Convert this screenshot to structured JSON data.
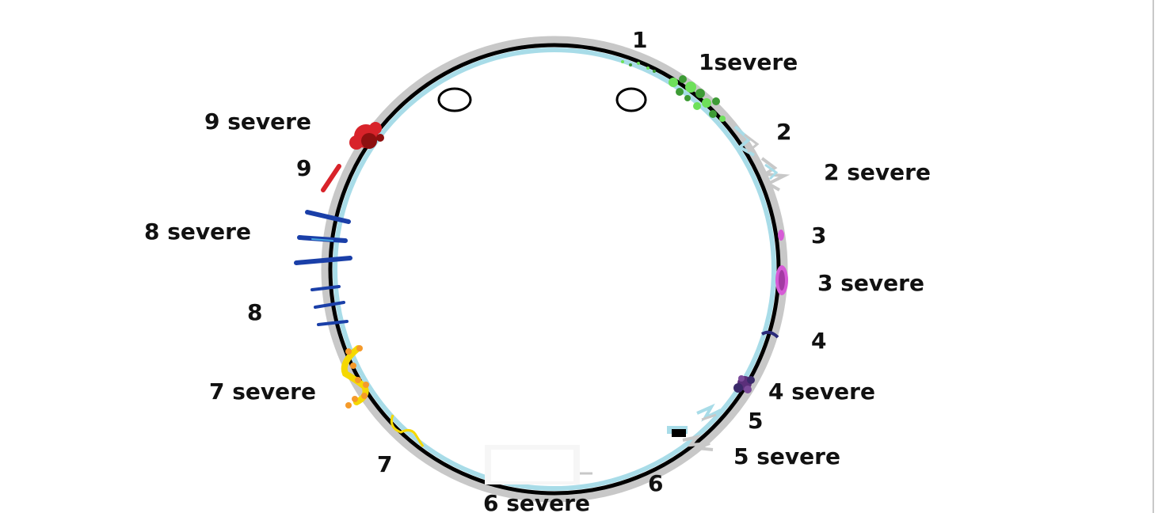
{
  "labels": {
    "l1": "1",
    "l1s": "1severe",
    "l2": "2",
    "l2s": "2 severe",
    "l3": "3",
    "l3s": "3 severe",
    "l4": "4",
    "l4s": "4 severe",
    "l5": "5",
    "l5s": "5 severe",
    "l6": "6",
    "l6s": "6 severe",
    "l7": "7",
    "l7s": "7 severe",
    "l8": "8",
    "l8s": "8 severe",
    "l9": "9",
    "l9s": "9 severe"
  },
  "colors": {
    "ring": "#000000",
    "ring_inner": "#a8dce8",
    "ring_outer": "#c8c8c8",
    "green_light": "#6ee05a",
    "green_dark": "#3d9b35",
    "magenta": "#d65bd6",
    "navy": "#2a2a7a",
    "purple": "#5a2f7a",
    "blue": "#1a3fa8",
    "red": "#d8232a",
    "dark_red": "#8e1010",
    "yellow": "#f5d800",
    "orange": "#f59a2a"
  }
}
